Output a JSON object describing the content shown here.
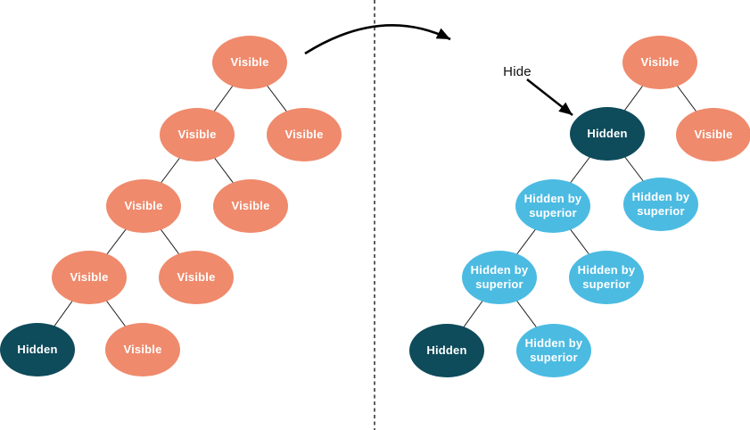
{
  "colors": {
    "visible": "#EF8A6C",
    "hidden": "#0E4B5B",
    "hidden_by_superior": "#4CBBE2",
    "line": "#1A1A1A",
    "arrow": "#000000"
  },
  "annotations": {
    "hide_label": "Hide"
  },
  "left_tree": {
    "nodes": [
      {
        "label": "Visible",
        "state": "visible"
      },
      {
        "label": "Visible",
        "state": "visible"
      },
      {
        "label": "Visible",
        "state": "visible"
      },
      {
        "label": "Visible",
        "state": "visible"
      },
      {
        "label": "Visible",
        "state": "visible"
      },
      {
        "label": "Visible",
        "state": "visible"
      },
      {
        "label": "Visible",
        "state": "visible"
      },
      {
        "label": "Hidden",
        "state": "hidden"
      },
      {
        "label": "Visible",
        "state": "visible"
      }
    ]
  },
  "right_tree": {
    "nodes": [
      {
        "label": "Visible",
        "state": "visible"
      },
      {
        "label": "Hidden",
        "state": "hidden"
      },
      {
        "label": "Visible",
        "state": "visible"
      },
      {
        "label": "Hidden by superior",
        "state": "hidden_by_superior"
      },
      {
        "label": "Hidden by superior",
        "state": "hidden_by_superior"
      },
      {
        "label": "Hidden by superior",
        "state": "hidden_by_superior"
      },
      {
        "label": "Hidden by superior",
        "state": "hidden_by_superior"
      },
      {
        "label": "Hidden",
        "state": "hidden"
      },
      {
        "label": "Hidden by superior",
        "state": "hidden_by_superior"
      }
    ]
  }
}
